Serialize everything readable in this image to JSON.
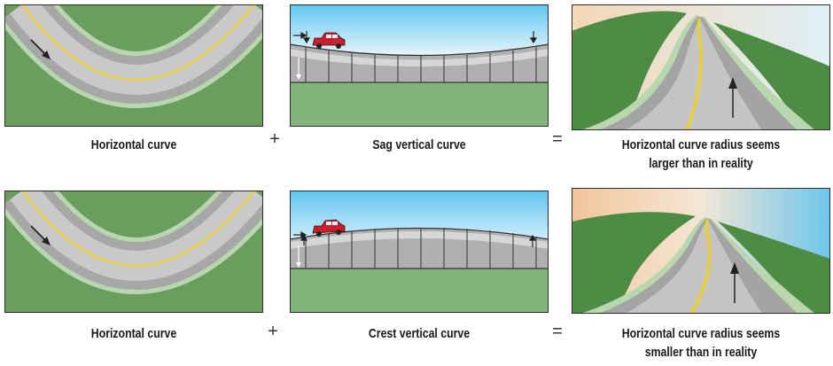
{
  "rows": [
    {
      "horizontal_label": "Horizontal curve",
      "plus": "+",
      "vertical_label": "Sag vertical curve",
      "equals": "=",
      "result_line1": "Horizontal curve radius seems",
      "result_line2": "larger than in reality"
    },
    {
      "horizontal_label": "Horizontal curve",
      "plus": "+",
      "vertical_label": "Crest vertical curve",
      "equals": "=",
      "result_line1": "Horizontal curve radius seems",
      "result_line2": "smaller than in reality"
    }
  ],
  "colors": {
    "grass": "#6a9e5e",
    "grass_dark": "#3f7a3a",
    "road_light": "#c6c6c6",
    "road_mid": "#a9a9a9",
    "shoulder": "#b9d7ae",
    "centerline": "#f0d21e",
    "sky_top": "#5ec5f0",
    "sky_bottom": "#eef7fb",
    "car": "#c8202c",
    "dusk": "#f2c59a"
  },
  "icons": [
    "direction-arrow-icon",
    "car-icon",
    "elevation-arrow-icon"
  ]
}
